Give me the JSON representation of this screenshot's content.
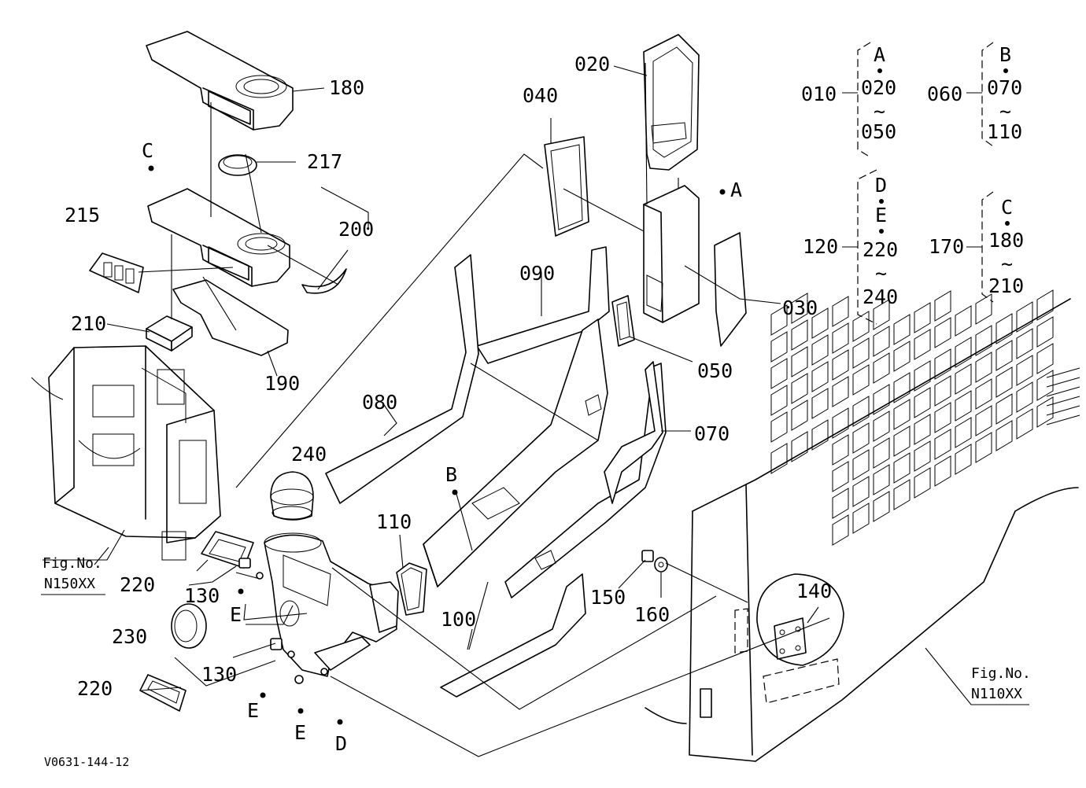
{
  "parts": {
    "p010": "010",
    "p020": "020",
    "p030": "030",
    "p040": "040",
    "p050": "050",
    "p060": "060",
    "p070": "070",
    "p080": "080",
    "p090": "090",
    "p100": "100",
    "p110": "110",
    "p120": "120",
    "p130a": "130",
    "p130b": "130",
    "p140": "140",
    "p150": "150",
    "p160": "160",
    "p170": "170",
    "p180": "180",
    "p190": "190",
    "p200": "200",
    "p210": "210",
    "p215": "215",
    "p217": "217",
    "p220a": "220",
    "p220b": "220",
    "p230": "230",
    "p240": "240"
  },
  "points": {
    "A": "A",
    "B": "B",
    "C": "C",
    "D": "D",
    "E1": "E",
    "E2": "E",
    "E3": "E"
  },
  "groups": {
    "g010": {
      "key": "A",
      "first": "020",
      "tilde": "~",
      "last": "050"
    },
    "g060": {
      "key": "B",
      "first": "070",
      "tilde": "~",
      "last": "110"
    },
    "g120": {
      "key1": "D",
      "key2": "E",
      "first": "220",
      "tilde": "~",
      "last": "240"
    },
    "g170": {
      "key": "C",
      "first": "180",
      "tilde": "~",
      "last": "210"
    }
  },
  "figure_refs": {
    "left_fig": "Fig.No.",
    "left_num": "N150XX",
    "right_fig": "Fig.No.",
    "right_num": "N110XX"
  },
  "drawing_code": "V0631-144-12"
}
